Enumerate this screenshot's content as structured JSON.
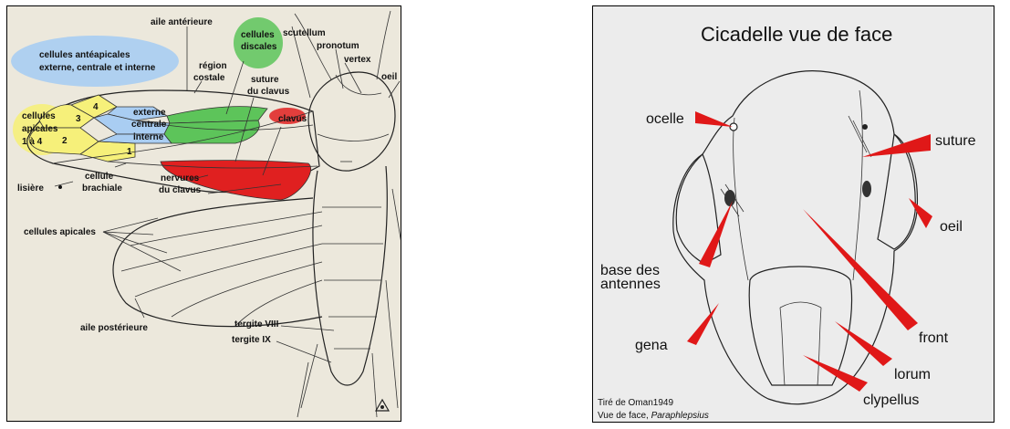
{
  "left_diagram": {
    "labels": {
      "aile_anterieure": "aile antérieure",
      "cellules_discales_1": "cellules",
      "cellules_discales_2": "discales",
      "scutellum": "scutellum",
      "pronotum": "pronotum",
      "vertex": "vertex",
      "oeil": "oeil",
      "anteapicales_1": "cellules antéapicales",
      "anteapicales_2": "externe, centrale et interne",
      "region_costale_1": "région",
      "region_costale_2": "costale",
      "suture_clavus_1": "suture",
      "suture_clavus_2": "du clavus",
      "clavus": "clavus",
      "apicales_1": "cellules",
      "apicales_2": "apicales",
      "apicales_3": "1 à 4",
      "externe": "externe",
      "centrale": "centrale",
      "interne": "interne",
      "cell_num_1": "1",
      "cell_num_2": "2",
      "cell_num_3": "3",
      "cell_num_4": "4",
      "lisiere": "lisière",
      "cellule_brachiale_1": "cellule",
      "cellule_brachiale_2": "brachiale",
      "nervures_clavus_1": "nervures",
      "nervures_clavus_2": "du clavus",
      "cellules_apicales": "cellules apicales",
      "aile_posterieure": "aile postérieure",
      "tergite_viii": "tergite VIII",
      "tergite_ix": "tergite IX"
    },
    "colors": {
      "background": "#ece8dc",
      "blue_highlight": "#a9cdf2",
      "yellow_highlight": "#f6f07a",
      "green_highlight": "#5dc45a",
      "red_highlight": "#e02020"
    }
  },
  "right_diagram": {
    "title": "Cicadelle vue de face",
    "labels": {
      "ocelle": "ocelle",
      "suture": "suture",
      "oeil": "oeil",
      "base_antennes_1": "base des",
      "base_antennes_2": "antennes",
      "gena": "gena",
      "front": "front",
      "lorum": "lorum",
      "clypellus": "clypellus"
    },
    "credit_line_1": "Tiré de Oman1949",
    "credit_line_2_prefix": "Vue de face,",
    "credit_line_2_species": "Paraphlepsius",
    "colors": {
      "background": "#ececec",
      "pointer": "#e01818"
    }
  }
}
